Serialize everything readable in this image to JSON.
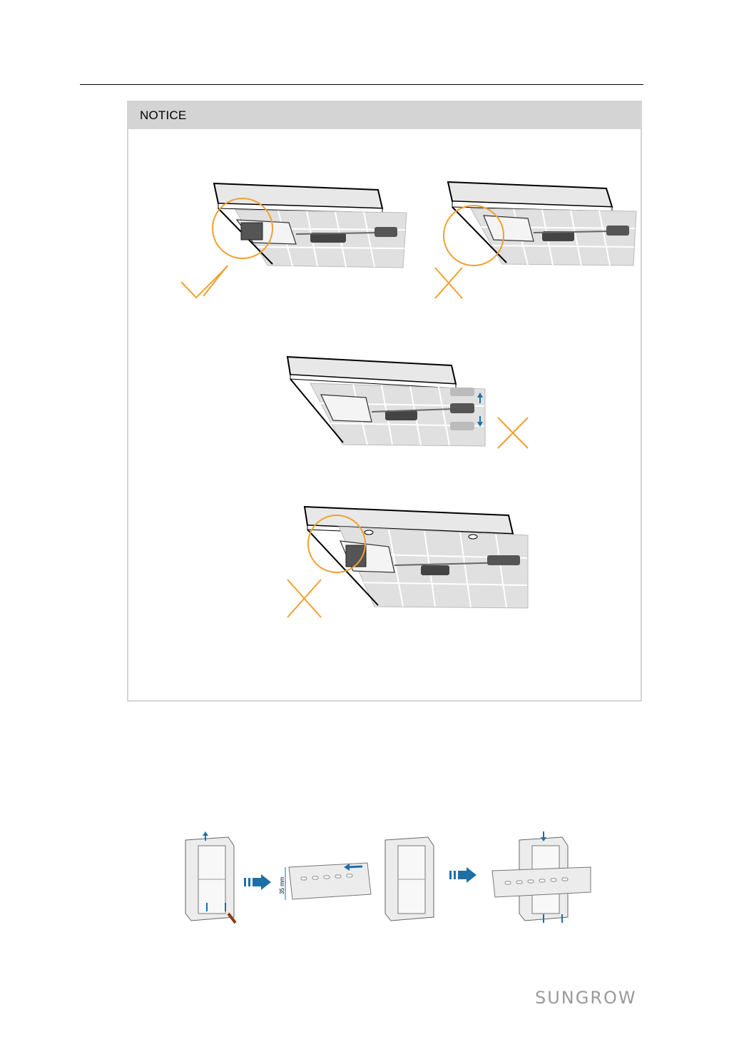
{
  "notice": {
    "title": "NOTICE"
  },
  "din_rail_figure": {
    "rail_width_label": "35 mm"
  },
  "footer": {
    "brand": "SUNGROW"
  },
  "colors": {
    "accent_orange": "#f0a030",
    "arrow_blue": "#1e6fa8",
    "panel_cell": "#dcdcdc",
    "frame": "#e8e8e8"
  }
}
